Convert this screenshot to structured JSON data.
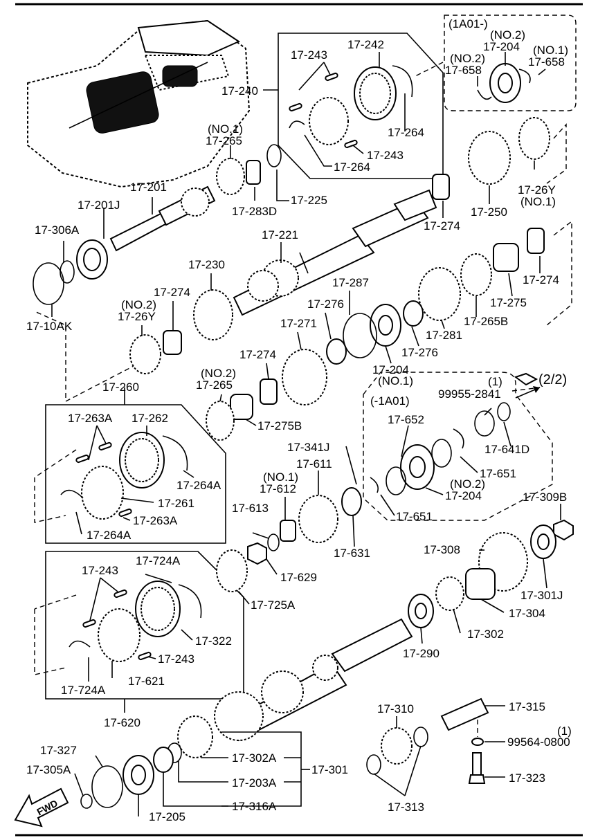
{
  "labels": {
    "p17_201": "17-201",
    "p17_201J": "17-201J",
    "p17_306A": "17-306A",
    "p17_10AK": "17-10AK",
    "no1_a": "(NO.1)",
    "p17_265a": "17-265",
    "p17_283D": "17-283D",
    "p17_225": "17-225",
    "p17_240": "17-240",
    "p17_243a": "17-243",
    "p17_242": "17-242",
    "p17_264a": "17-264",
    "p17_243b": "17-243",
    "p17_264b": "17-264",
    "code_1A01": "(1A01-)",
    "no2_a": "(NO.2)",
    "p17_204a": "17-204",
    "no2_b": "(NO.2)",
    "p17_658a": "17-658",
    "no1_b": "(NO.1)",
    "p17_658b": "17-658",
    "p17_26Y": "17-26Y",
    "no1_c": "(NO.1)",
    "p17_250": "17-250",
    "p17_274a": "17-274",
    "p17_221": "17-221",
    "p17_274b": "17-274",
    "p17_275": "17-275",
    "p17_230": "17-230",
    "p17_274c": "17-274",
    "no2_c": "(NO.2)",
    "p17_26Yb": "17-26Y",
    "p17_287": "17-287",
    "p17_276a": "17-276",
    "p17_265B": "17-265B",
    "p17_281": "17-281",
    "p17_276b": "17-276",
    "p17_271": "17-271",
    "p17_274d": "17-274",
    "p17_204b": "17-204",
    "no1_d": "(NO.1)",
    "page_ref": "(2/2)",
    "p17_260": "17-260",
    "no2_d": "(NO.2)",
    "p17_265c": "17-265",
    "p17_275B": "17-275B",
    "p17_263A": "17-263A",
    "p17_262": "17-262",
    "p17_264A": "17-264A",
    "p17_261": "17-261",
    "p17_263Ab": "17-263A",
    "p17_264Ab": "17-264A",
    "code_1A01b": "(-1A01)",
    "p17_652": "17-652",
    "p99955": "99955-2841",
    "qty1a": "(1)",
    "p17_641D": "17-641D",
    "p17_651a": "17-651",
    "no2_e": "(NO.2)",
    "p17_204c": "17-204",
    "p17_651b": "17-651",
    "p17_341J": "17-341J",
    "p17_611": "17-611",
    "no1_e": "(NO.1)",
    "p17_612": "17-612",
    "p17_613": "17-613",
    "p17_631": "17-631",
    "p17_309B": "17-309B",
    "p17_629": "17-629",
    "p17_308": "17-308",
    "p17_301J": "17-301J",
    "p17_725A": "17-725A",
    "p17_304": "17-304",
    "p17_724A": "17-724A",
    "p17_243c": "17-243",
    "p17_322": "17-322",
    "p17_243d": "17-243",
    "p17_621": "17-621",
    "p17_724Ab": "17-724A",
    "p17_620": "17-620",
    "p17_302": "17-302",
    "p17_290": "17-290",
    "p17_310": "17-310",
    "p17_315": "17-315",
    "qty1b": "(1)",
    "p99564": "99564-0800",
    "p17_327": "17-327",
    "p17_302A": "17-302A",
    "p17_305A": "17-305A",
    "p17_301": "17-301",
    "p17_203A": "17-203A",
    "p17_323": "17-323",
    "p17_316A": "17-316A",
    "p17_313": "17-313",
    "p17_205": "17-205",
    "fwd": "FWD"
  }
}
